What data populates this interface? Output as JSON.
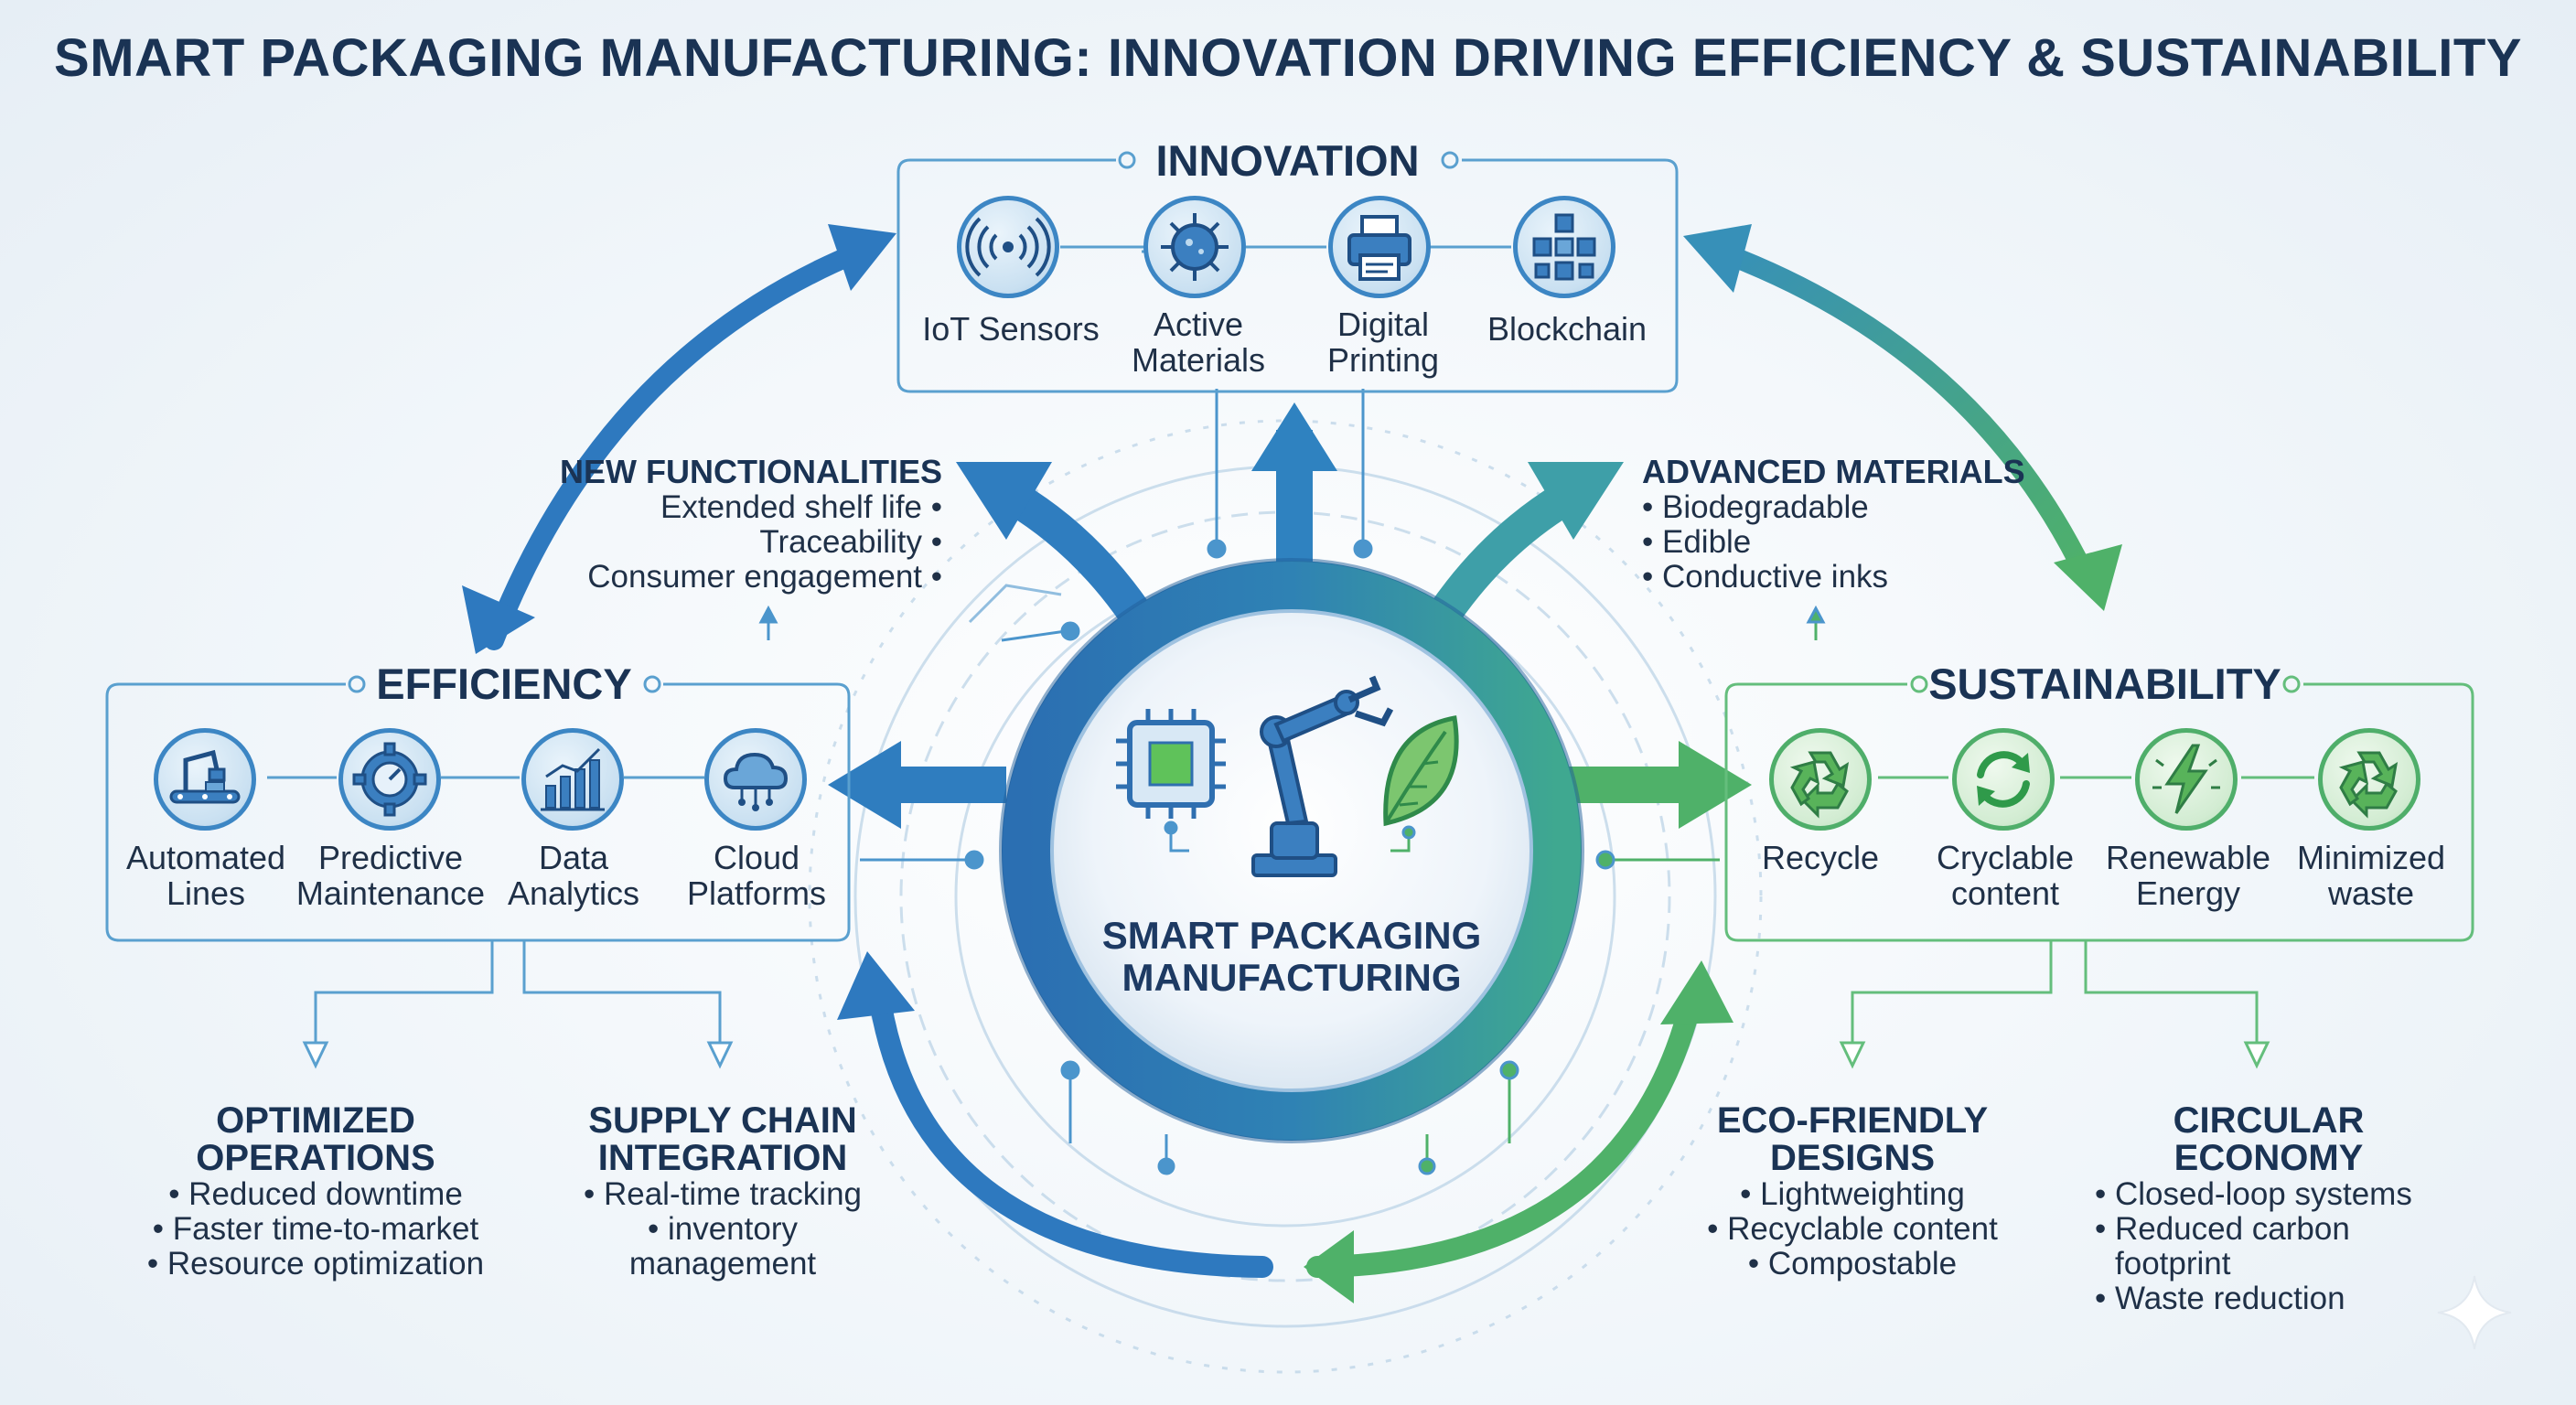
{
  "title": "SMART PACKAGING MANUFACTURING: INNOVATION DRIVING EFFICIENCY & SUSTAINABILITY",
  "colors": {
    "blue": "#3c86c4",
    "dark_blue": "#1f5d99",
    "green": "#4fae6a",
    "teal": "#3aa0a0",
    "navy": "#1a3354"
  },
  "hub": {
    "title_line1": "SMART PACKAGING",
    "title_line2": "MANUFACTURING",
    "icons": [
      "chip-icon",
      "robot-arm-icon",
      "leaf-icon"
    ]
  },
  "innovation": {
    "title": "INNOVATION",
    "items": [
      {
        "label1": "IoT Sensors",
        "label2": "",
        "icon": "sensor-waves-icon"
      },
      {
        "label1": "Active",
        "label2": "Materials",
        "icon": "virus-particle-icon"
      },
      {
        "label1": "Digital",
        "label2": "Printing",
        "icon": "printer-icon"
      },
      {
        "label1": "Blockchain",
        "label2": "",
        "icon": "cube-network-icon"
      }
    ]
  },
  "efficiency": {
    "title": "EFFICIENCY",
    "items": [
      {
        "label1": "Automated",
        "label2": "Lines",
        "icon": "conveyor-robot-icon"
      },
      {
        "label1": "Predictive",
        "label2": "Maintenance",
        "icon": "gear-gauge-icon"
      },
      {
        "label1": "Data",
        "label2": "Analytics",
        "icon": "bar-chart-icon"
      },
      {
        "label1": "Cloud",
        "label2": "Platforms",
        "icon": "cloud-icon"
      }
    ]
  },
  "sustainability": {
    "title": "SUSTAINABILITY",
    "items": [
      {
        "label1": "Recycle",
        "label2": "",
        "icon": "recycle-icon"
      },
      {
        "label1": "Cryclable",
        "label2": "content",
        "icon": "refresh-cycle-icon"
      },
      {
        "label1": "Renewable",
        "label2": "Energy",
        "icon": "lightning-icon"
      },
      {
        "label1": "Minimized",
        "label2": "waste",
        "icon": "recycle-icon"
      }
    ]
  },
  "new_functionalities": {
    "title": "NEW FUNCTIONALITIES",
    "items": [
      "Extended shelf life •",
      "Traceability •",
      "Consumer engagement •"
    ]
  },
  "advanced_materials": {
    "title": "ADVANCED MATERIALS",
    "items": [
      "• Biodegradable",
      "• Edible",
      "• Conductive inks"
    ]
  },
  "optimized_operations": {
    "title1": "OPTIMIZED",
    "title2": "OPERATIONS",
    "items": [
      "• Reduced downtime",
      "• Faster time-to-market",
      "• Resource optimization"
    ]
  },
  "supply_chain": {
    "title1": "SUPPLY CHAIN",
    "title2": "INTEGRATION",
    "items": [
      "• Real-time tracking",
      "• inventory",
      "management"
    ]
  },
  "eco_friendly": {
    "title1": "ECO-FRIENDLY",
    "title2": "DESIGNS",
    "items": [
      "• Lightweighting",
      "• Recyclable content",
      "• Compostable"
    ]
  },
  "circular_economy": {
    "title1": "CIRCULAR",
    "title2": "ECONOMY",
    "items": [
      "• Closed-loop systems",
      "• Reduced carbon",
      "footprint",
      "• Waste reduction"
    ]
  }
}
